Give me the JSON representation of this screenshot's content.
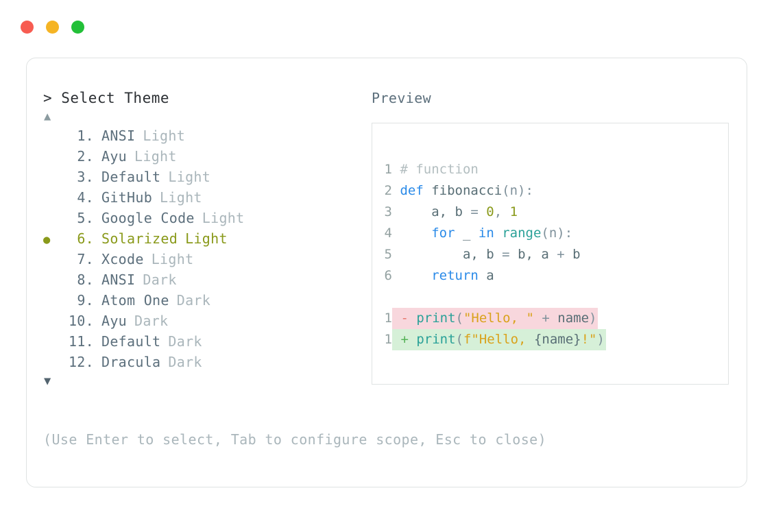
{
  "titlebar": {
    "dots": [
      {
        "name": "close-dot",
        "color": "#f75c51"
      },
      {
        "name": "minimize-dot",
        "color": "#f5b424"
      },
      {
        "name": "maximize-dot",
        "color": "#22c038"
      }
    ]
  },
  "left": {
    "prompt": "> Select Theme",
    "scroll_up": "▲",
    "scroll_down": "▼",
    "bullet": "●",
    "themes": [
      {
        "index": "1",
        "name": "ANSI",
        "suffix": "Light",
        "selected": false
      },
      {
        "index": "2",
        "name": "Ayu",
        "suffix": "Light",
        "selected": false
      },
      {
        "index": "3",
        "name": "Default",
        "suffix": "Light",
        "selected": false
      },
      {
        "index": "4",
        "name": "GitHub",
        "suffix": "Light",
        "selected": false
      },
      {
        "index": "5",
        "name": "Google Code",
        "suffix": "Light",
        "selected": false
      },
      {
        "index": "6",
        "name": "Solarized",
        "suffix": "Light",
        "selected": true
      },
      {
        "index": "7",
        "name": "Xcode",
        "suffix": "Light",
        "selected": false
      },
      {
        "index": "8",
        "name": "ANSI",
        "suffix": "Dark",
        "selected": false
      },
      {
        "index": "9",
        "name": "Atom One",
        "suffix": "Dark",
        "selected": false
      },
      {
        "index": "10",
        "name": "Ayu",
        "suffix": "Dark",
        "selected": false
      },
      {
        "index": "11",
        "name": "Default",
        "suffix": "Dark",
        "selected": false
      },
      {
        "index": "12",
        "name": "Dracula",
        "suffix": "Dark",
        "selected": false
      }
    ]
  },
  "right": {
    "label": "Preview",
    "code_lines": [
      {
        "n": "1",
        "tokens": [
          {
            "t": "# function",
            "c": "tok-comment"
          }
        ]
      },
      {
        "n": "2",
        "tokens": [
          {
            "t": "def ",
            "c": "tok-kw"
          },
          {
            "t": "fibonacci",
            "c": "tok-plain"
          },
          {
            "t": "(n):",
            "c": "tok-punct"
          }
        ]
      },
      {
        "n": "3",
        "tokens": [
          {
            "t": "    a, b ",
            "c": "tok-plain"
          },
          {
            "t": "= ",
            "c": "tok-op"
          },
          {
            "t": "0",
            "c": "tok-num"
          },
          {
            "t": ", ",
            "c": "tok-op"
          },
          {
            "t": "1",
            "c": "tok-num"
          }
        ]
      },
      {
        "n": "4",
        "tokens": [
          {
            "t": "    ",
            "c": "tok-plain"
          },
          {
            "t": "for ",
            "c": "tok-kw"
          },
          {
            "t": "_ ",
            "c": "tok-plain"
          },
          {
            "t": "in ",
            "c": "tok-kw"
          },
          {
            "t": "range",
            "c": "tok-builtin"
          },
          {
            "t": "(n):",
            "c": "tok-punct"
          }
        ]
      },
      {
        "n": "5",
        "tokens": [
          {
            "t": "        a, b ",
            "c": "tok-plain"
          },
          {
            "t": "= ",
            "c": "tok-op"
          },
          {
            "t": "b, a ",
            "c": "tok-plain"
          },
          {
            "t": "+ ",
            "c": "tok-op"
          },
          {
            "t": "b",
            "c": "tok-plain"
          }
        ]
      },
      {
        "n": "6",
        "tokens": [
          {
            "t": "    ",
            "c": "tok-plain"
          },
          {
            "t": "return ",
            "c": "tok-kw"
          },
          {
            "t": "a",
            "c": "tok-plain"
          }
        ]
      }
    ],
    "diff_lines": [
      {
        "n": "1",
        "kind": "del",
        "marker": "-",
        "tokens": [
          {
            "t": "print",
            "c": "tok-fn"
          },
          {
            "t": "(",
            "c": "tok-punct"
          },
          {
            "t": "\"Hello, \"",
            "c": "tok-str"
          },
          {
            "t": " + ",
            "c": "tok-op"
          },
          {
            "t": "name",
            "c": "tok-plain"
          },
          {
            "t": ")",
            "c": "tok-punct"
          }
        ]
      },
      {
        "n": "1",
        "kind": "add",
        "marker": "+",
        "tokens": [
          {
            "t": "print",
            "c": "tok-fn"
          },
          {
            "t": "(",
            "c": "tok-punct"
          },
          {
            "t": "f\"Hello, ",
            "c": "tok-str"
          },
          {
            "t": "{name}",
            "c": "tok-plain"
          },
          {
            "t": "!\"",
            "c": "tok-str"
          },
          {
            "t": ")",
            "c": "tok-punct"
          }
        ]
      }
    ]
  },
  "footer": {
    "hint": "(Use Enter to select, Tab to configure scope, Esc to close)"
  }
}
